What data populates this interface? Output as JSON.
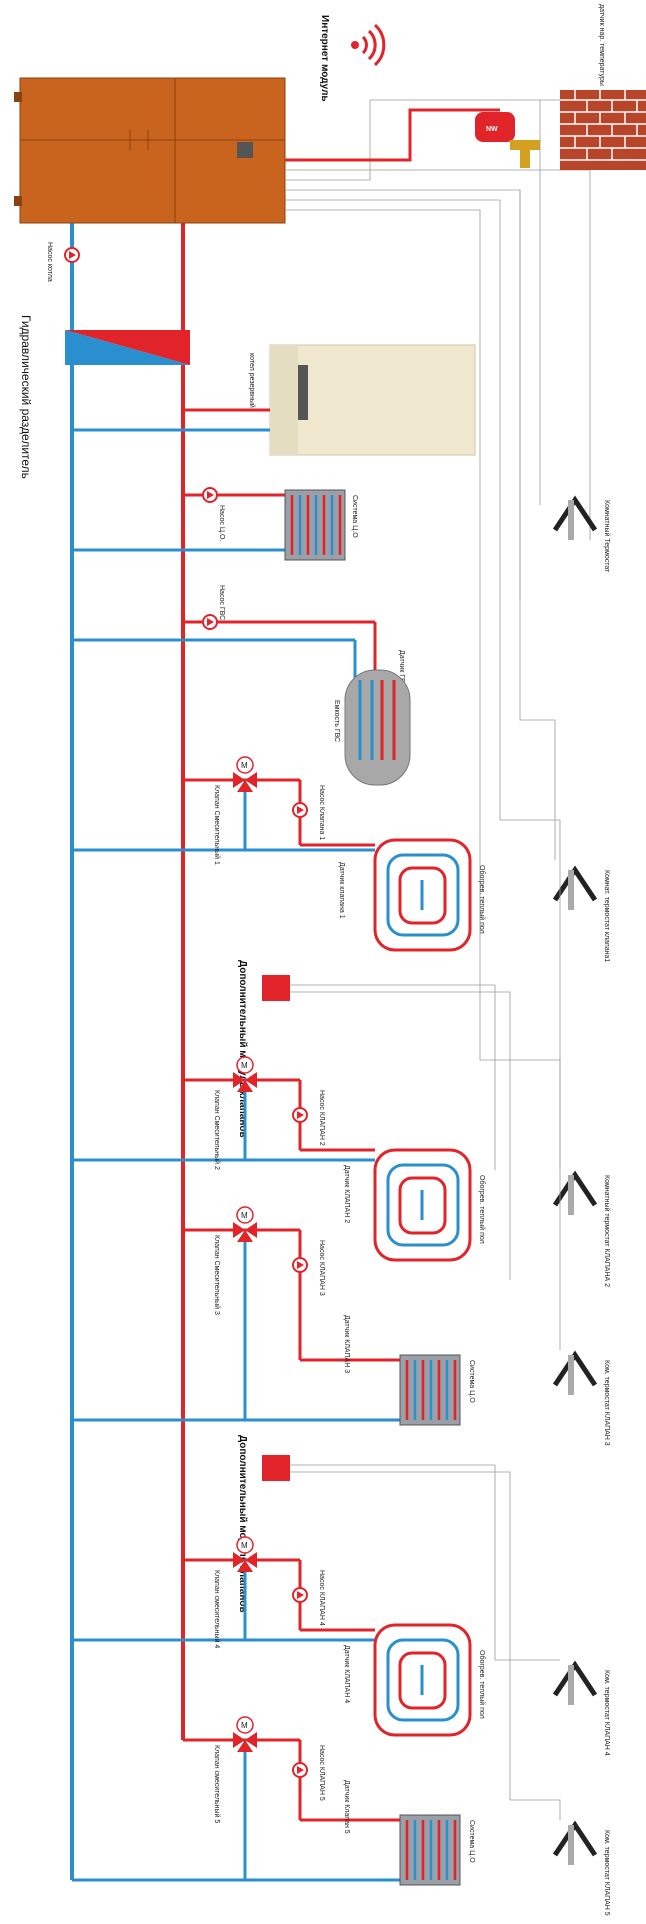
{
  "labels": {
    "internet_module": "Интернет модуль",
    "outdoor_sensor": "датчик нар. температуры",
    "boiler_pump": "Насос котла",
    "hydraulic_separator": "Гидравлический разделитель",
    "reserve_boiler": "котел резервный",
    "pump_co": "Насос Ц.О.",
    "system_co_1": "Система Ц.О",
    "room_thermostat_1": "Комнатный Термостат",
    "pump_dhw": "Насос ГВС",
    "sensor_dhw": "Датчик ГВС",
    "tank_dhw": "Емкость ГВС",
    "valve_1": "Клапан Смесительный 1",
    "pump_valve_1": "Насос Клапана 1",
    "sensor_valve_1": "Датчик клапана 1",
    "floor_heating_1": "Обогрев. теплый пол",
    "room_thermostat_valve_1": "Комнат. термостат клапана1",
    "extra_module_1": "Дополнительный модуль клапанов",
    "valve_2": "Клапан Смесительный 2",
    "pump_valve_2": "Насос КЛАПАН 2",
    "sensor_valve_2": "Датчик КЛАПАН 2",
    "floor_heating_2": "Обогрев. теплый пол",
    "room_thermostat_valve_2": "Комнатный термостат КЛАПАНА 2",
    "valve_3": "Клапан Смесительный 3",
    "pump_valve_3": "Насос КЛАПАН 3",
    "sensor_valve_3": "Датчик КЛАПАН 3",
    "system_co_3": "Система Ц.О",
    "room_thermostat_valve_3": "Ком. термостат КЛАПАН 3",
    "extra_module_2": "Дополнительный модуль клапанов",
    "valve_4": "Клапан смесительный 4",
    "pump_valve_4": "Насос КЛАПАН 4",
    "sensor_valve_4": "Датчик КЛАПАН 4",
    "floor_heating_4": "Обогрев. теплый пол",
    "room_thermostat_valve_4": "Ком. термостат КЛАПАН 4",
    "valve_5": "Клапан смесительный 5",
    "pump_valve_5": "Насос КЛАПАН 5",
    "sensor_valve_5": "Датчик Клапан 5",
    "system_co_5": "Система Ц.О",
    "room_thermostat_valve_5": "Ком. термостат КЛАПАН 5",
    "expansion_tank": "NW"
  },
  "colors": {
    "supply": "#e1232a",
    "return": "#2a8fce",
    "boiler": "#c8641e",
    "wire": "#9a9a9a",
    "brick": "#b8452a"
  }
}
